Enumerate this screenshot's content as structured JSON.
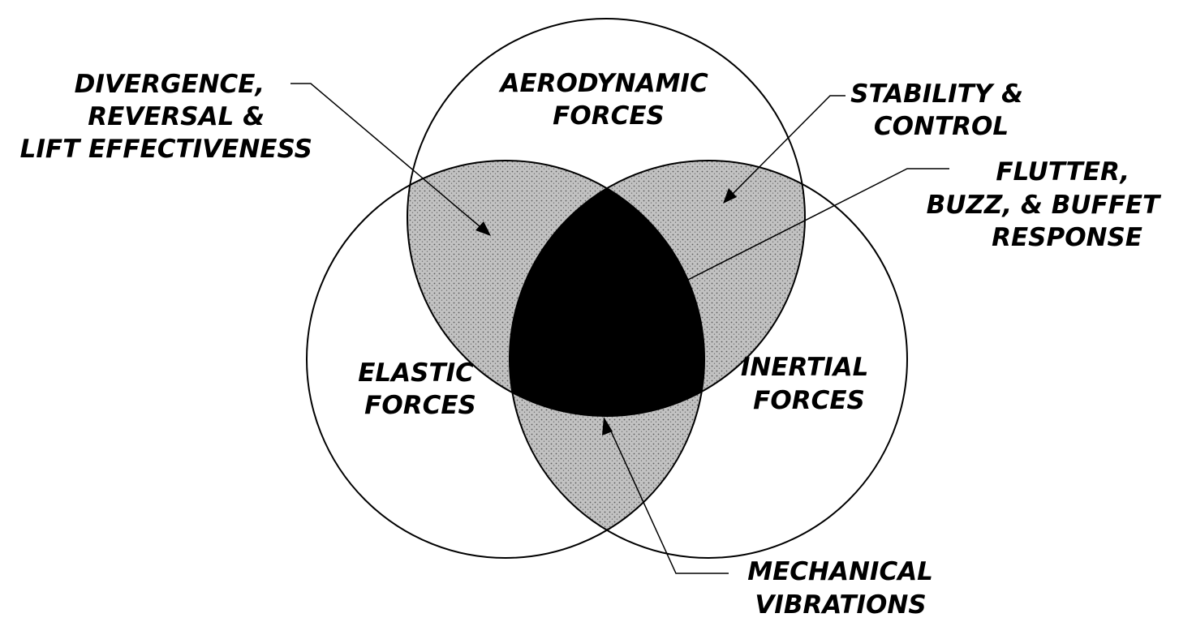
{
  "diagram": {
    "circles": {
      "aerodynamic": {
        "label_lines": [
          "AERODYNAMIC",
          "FORCES"
        ]
      },
      "elastic": {
        "label_lines": [
          "ELASTIC",
          "FORCES"
        ]
      },
      "inertial": {
        "label_lines": [
          "INERTIAL",
          "FORCES"
        ]
      }
    },
    "callouts": {
      "divergence": {
        "label_lines": [
          "DIVERGENCE,",
          "REVERSAL &",
          "LIFT EFFECTIVENESS"
        ]
      },
      "stability": {
        "label_lines": [
          "STABILITY &",
          "CONTROL"
        ]
      },
      "flutter": {
        "label_lines": [
          "FLUTTER,",
          "BUZZ, & BUFFET",
          "RESPONSE"
        ]
      },
      "mechanical": {
        "label_lines": [
          "MECHANICAL",
          "VIBRATIONS"
        ]
      }
    },
    "colors": {
      "line": "#000000",
      "pairwise_overlap": "#b4b4b4",
      "triple_overlap": "#000000",
      "background": "#ffffff"
    }
  }
}
